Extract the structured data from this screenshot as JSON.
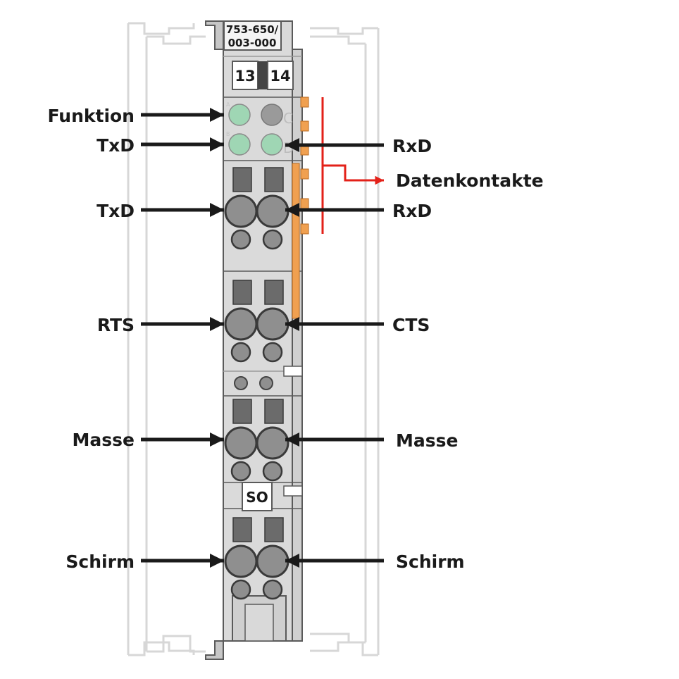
{
  "device": {
    "part_number_line1": "753-650/",
    "part_number_line2": "003-000",
    "terminal_left": "13",
    "terminal_right": "14",
    "led_letters": [
      "A",
      "B",
      "C",
      "D"
    ],
    "marker": "SO"
  },
  "labels_left": [
    "Funktion",
    "TxD",
    "TxD",
    "RTS",
    "Masse",
    "Schirm"
  ],
  "labels_right": [
    "RxD",
    "RxD",
    "CTS",
    "Masse",
    "Schirm"
  ],
  "data_contacts_label": "Datenkontakte",
  "colors": {
    "housing": "#dadada",
    "housing_dark": "#c4c4c4",
    "outline": "#5a5a5a",
    "hole": "#8f8f8f",
    "slot": "#6b6b6b",
    "led_green": "#9fd6b4",
    "led_grey": "#9a9a9a",
    "orange": "#f0a050",
    "red": "#e32119",
    "arrow": "#1a1a1a",
    "ghost": "#d7d7d7"
  }
}
